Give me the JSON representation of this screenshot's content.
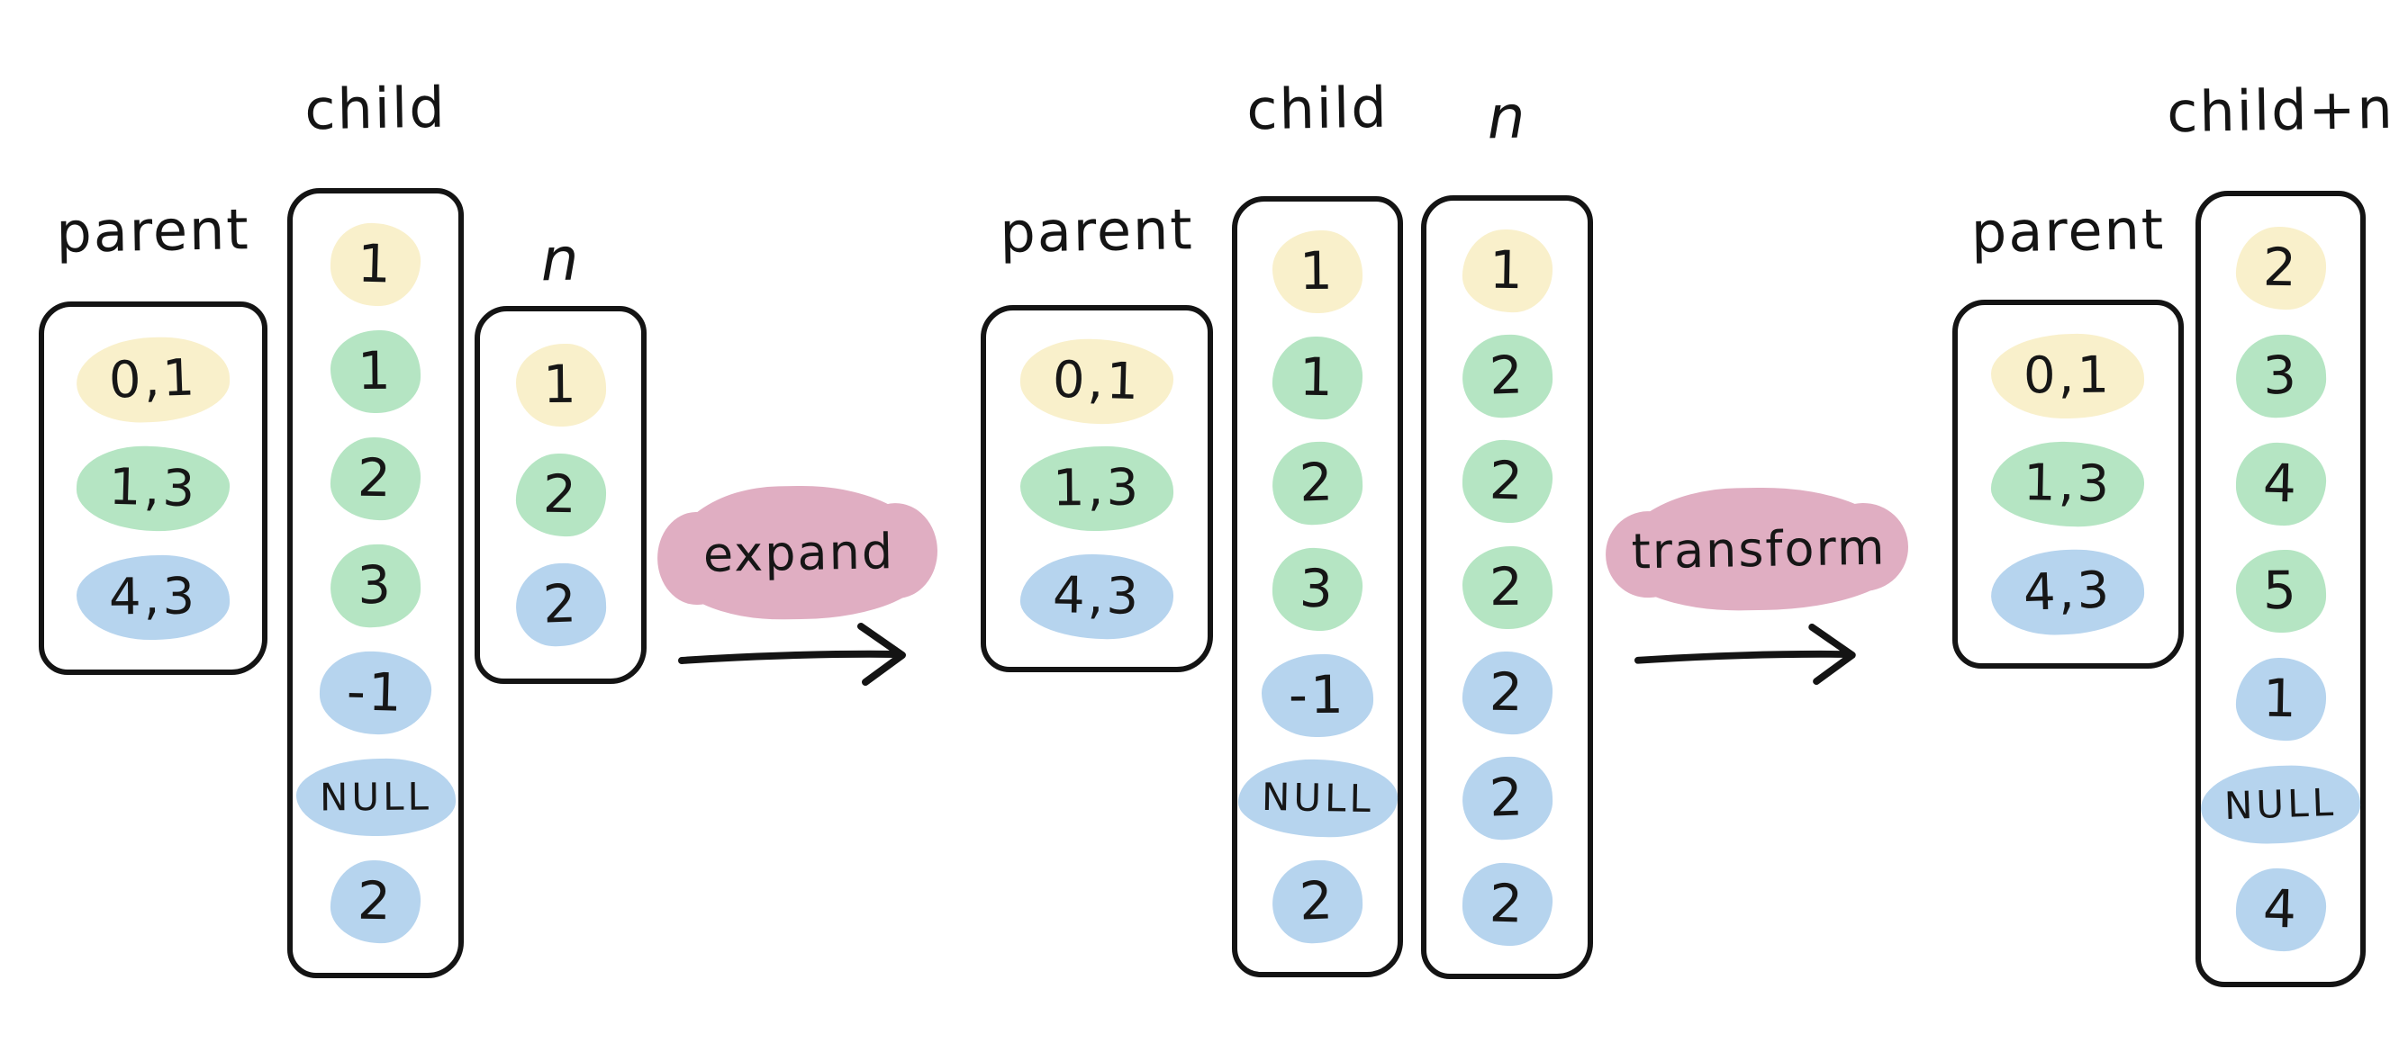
{
  "colors": {
    "yellow": "#F9F0CB",
    "green": "#B5E5C3",
    "blue": "#B6D4EE",
    "pink": "#E0AEC2",
    "ink": "#141414"
  },
  "groups": [
    {
      "name": "input",
      "columns": [
        {
          "label": "parent",
          "cells": [
            {
              "text": "0,1",
              "color": "yellow"
            },
            {
              "text": "1,3",
              "color": "green"
            },
            {
              "text": "4,3",
              "color": "blue"
            }
          ]
        },
        {
          "label": "child",
          "cells": [
            {
              "text": "1",
              "color": "yellow"
            },
            {
              "text": "1",
              "color": "green"
            },
            {
              "text": "2",
              "color": "green"
            },
            {
              "text": "3",
              "color": "green"
            },
            {
              "text": "-1",
              "color": "blue"
            },
            {
              "text": "NULL",
              "color": "blue"
            },
            {
              "text": "2",
              "color": "blue"
            }
          ]
        },
        {
          "label": "n",
          "cells": [
            {
              "text": "1",
              "color": "yellow"
            },
            {
              "text": "2",
              "color": "green"
            },
            {
              "text": "2",
              "color": "blue"
            }
          ]
        }
      ]
    },
    {
      "name": "expanded",
      "columns": [
        {
          "label": "parent",
          "cells": [
            {
              "text": "0,1",
              "color": "yellow"
            },
            {
              "text": "1,3",
              "color": "green"
            },
            {
              "text": "4,3",
              "color": "blue"
            }
          ]
        },
        {
          "label": "child",
          "cells": [
            {
              "text": "1",
              "color": "yellow"
            },
            {
              "text": "1",
              "color": "green"
            },
            {
              "text": "2",
              "color": "green"
            },
            {
              "text": "3",
              "color": "green"
            },
            {
              "text": "-1",
              "color": "blue"
            },
            {
              "text": "NULL",
              "color": "blue"
            },
            {
              "text": "2",
              "color": "blue"
            }
          ]
        },
        {
          "label": "n",
          "cells": [
            {
              "text": "1",
              "color": "yellow"
            },
            {
              "text": "2",
              "color": "green"
            },
            {
              "text": "2",
              "color": "green"
            },
            {
              "text": "2",
              "color": "green"
            },
            {
              "text": "2",
              "color": "blue"
            },
            {
              "text": "2",
              "color": "blue"
            },
            {
              "text": "2",
              "color": "blue"
            }
          ]
        }
      ]
    },
    {
      "name": "transformed",
      "columns": [
        {
          "label": "parent",
          "cells": [
            {
              "text": "0,1",
              "color": "yellow"
            },
            {
              "text": "1,3",
              "color": "green"
            },
            {
              "text": "4,3",
              "color": "blue"
            }
          ]
        },
        {
          "label": "child+n",
          "cells": [
            {
              "text": "2",
              "color": "yellow"
            },
            {
              "text": "3",
              "color": "green"
            },
            {
              "text": "4",
              "color": "green"
            },
            {
              "text": "5",
              "color": "green"
            },
            {
              "text": "1",
              "color": "blue"
            },
            {
              "text": "NULL",
              "color": "blue"
            },
            {
              "text": "4",
              "color": "blue"
            }
          ]
        }
      ]
    }
  ],
  "arrows": [
    {
      "label": "expand"
    },
    {
      "label": "transform"
    }
  ]
}
